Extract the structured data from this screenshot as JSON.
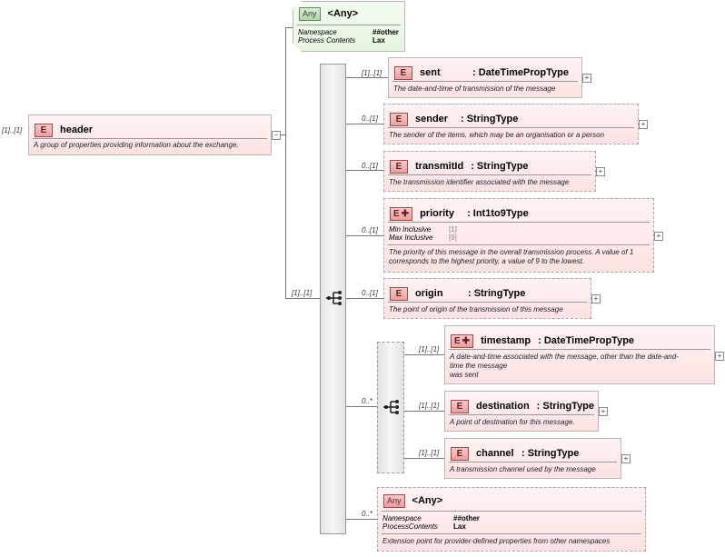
{
  "header": {
    "cardinality": "[1]..[1]",
    "badge": "E",
    "name": "header",
    "doc": "A group of properties providing information about the exchange."
  },
  "any_top": {
    "badge": "Any",
    "title": "<Any>",
    "props": [
      {
        "key": "Namespace",
        "value": "##other"
      },
      {
        "key": "Process Contents",
        "value": "Lax"
      }
    ]
  },
  "sequence": {
    "cardinality": "[1]..[1]"
  },
  "elements": [
    {
      "card": "[1]..[1]",
      "badge": "E",
      "name": "sent",
      "type": ": DateTimePropType",
      "doc": "The date-and-time of transmission of the message"
    },
    {
      "card": "0..[1]",
      "badge": "E",
      "name": "sender",
      "type": ": StringType",
      "doc": "The sender of the items, which may be an organisation or a person"
    },
    {
      "card": "0..[1]",
      "badge": "E",
      "name": "transmitId",
      "type": ": StringType",
      "doc": "The transmission identifier associated with the message"
    },
    {
      "card": "0..[1]",
      "badge": "E",
      "name": "priority",
      "type": ": Int1to9Type",
      "props": [
        {
          "key": "Min Inclusive",
          "value": "[1]"
        },
        {
          "key": "Max Inclusive",
          "value": "[9]"
        }
      ],
      "doc": "The priority of this message in the overall transmission process. A value of 1 corresponds to the highest priority, a value of 9 to the lowest."
    },
    {
      "card": "0..[1]",
      "badge": "E",
      "name": "origin",
      "type": ": StringType",
      "doc": "The point of origin of the transmission of this message"
    }
  ],
  "inner_sequence": {
    "cardinality": "0..*",
    "elements": [
      {
        "card": "[1]..[1]",
        "badge": "E",
        "name": "timestamp",
        "type": ": DateTimePropType",
        "doc_lines": [
          "A date-and-time associated with the message, other than the date-and-",
          "time the message",
          "was sent"
        ]
      },
      {
        "card": "[1]..[1]",
        "badge": "E",
        "name": "destination",
        "type": ": StringType",
        "doc": "A point of destination for this message."
      },
      {
        "card": "[1]..[1]",
        "badge": "E",
        "name": "channel",
        "type": ": StringType",
        "doc": "A transmission channel used by the message"
      }
    ]
  },
  "any_bottom": {
    "cardinality": "0..*",
    "badge": "Any",
    "title": "<Any>",
    "props": [
      {
        "key": "Namespace",
        "value": "##other"
      },
      {
        "key": "ProcessContents",
        "value": "Lax"
      }
    ],
    "doc": "Extension point for provider-defined properties from other namespaces"
  }
}
